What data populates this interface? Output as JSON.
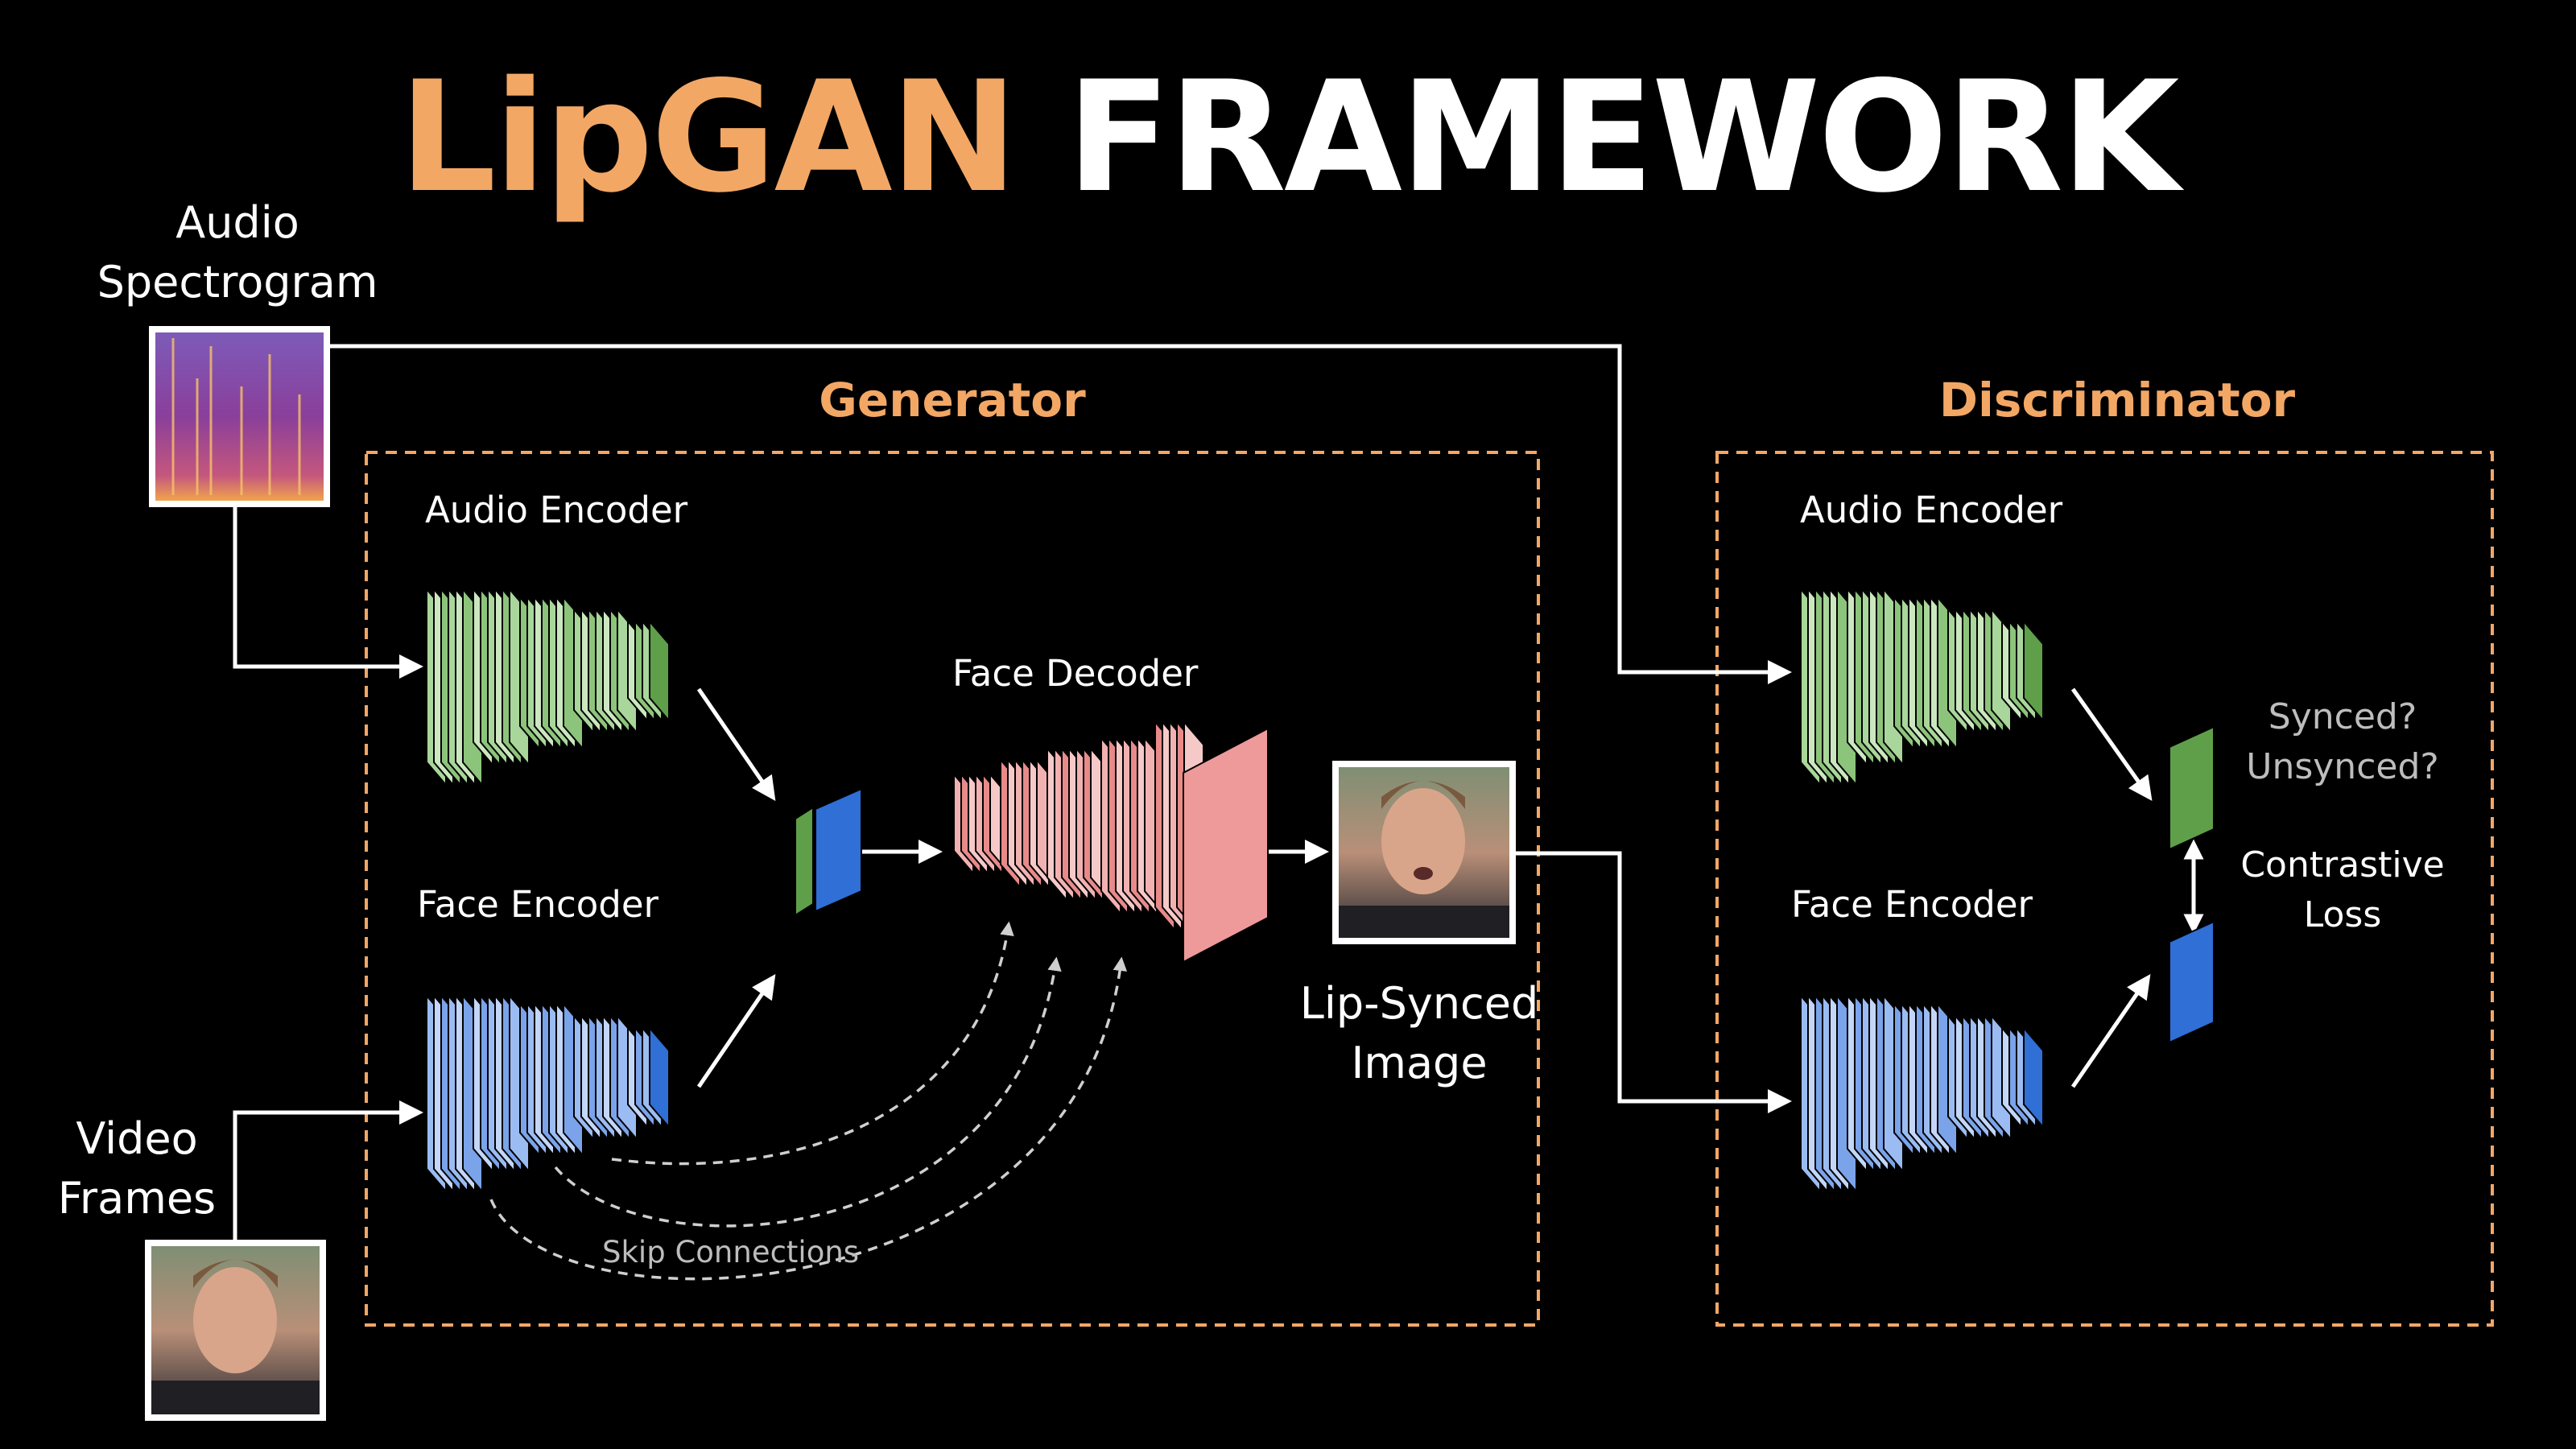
{
  "title": {
    "part1": "LipGAN",
    "part2": "FRAMEWORK"
  },
  "inputs": {
    "audio_label_line1": "Audio",
    "audio_label_line2": "Spectrogram",
    "video_label_line1": "Video",
    "video_label_line2": "Frames"
  },
  "generator": {
    "title": "Generator",
    "audio_encoder": "Audio Encoder",
    "face_encoder": "Face Encoder",
    "face_decoder": "Face Decoder",
    "skip_connections": "Skip Connections"
  },
  "output": {
    "line1": "Lip-Synced",
    "line2": "Image"
  },
  "discriminator": {
    "title": "Discriminator",
    "audio_encoder": "Audio Encoder",
    "face_encoder": "Face Encoder",
    "question_line1": "Synced?",
    "question_line2": "Unsynced?",
    "loss_line1": "Contrastive",
    "loss_line2": "Loss"
  },
  "colors": {
    "accent": "#f3a765",
    "audio_green": "#5f9f4a",
    "face_blue": "#2f6fd6",
    "decoder_red": "#e88a8a",
    "dashed_box": "#f3a765"
  }
}
